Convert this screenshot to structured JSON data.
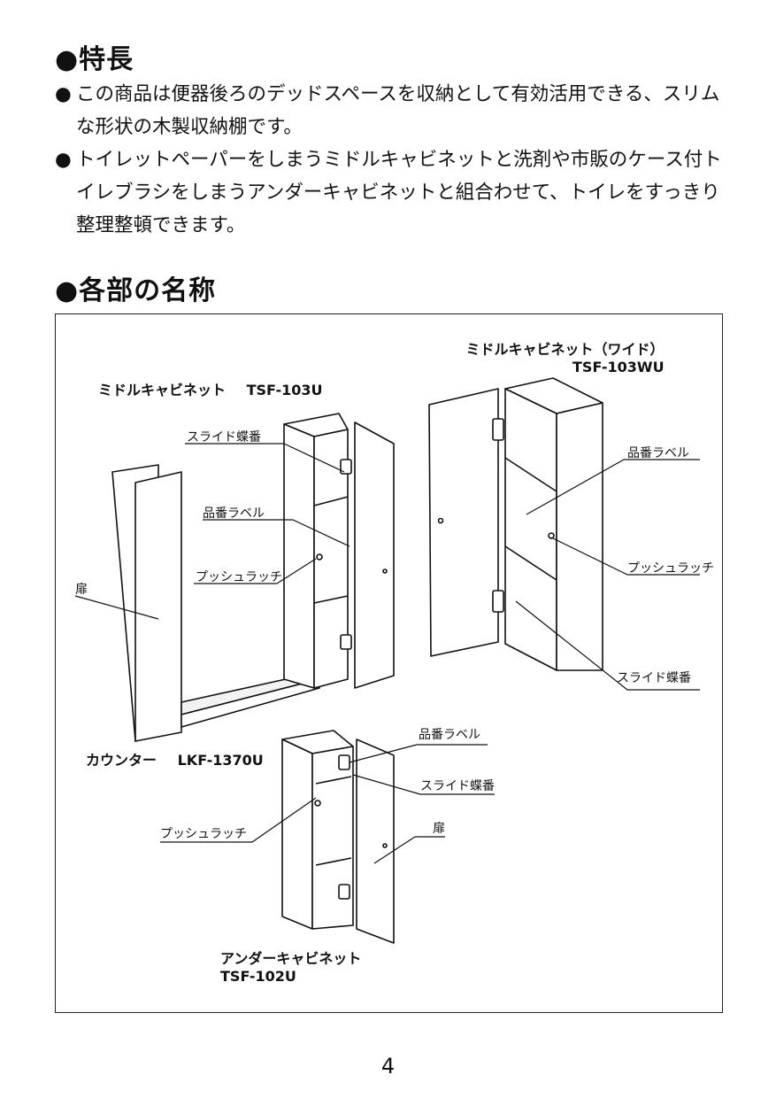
{
  "section_features": {
    "title": "●特長",
    "bullet_symbol": "●",
    "bullets": [
      "この商品は便器後ろのデッドスペースを収納として有効活用できる、スリムな形状の木製収納棚です。",
      "トイレットペーパーをしまうミドルキャビネットと洗剤や市販のケース付トイレブラシをしまうアンダーキャビネットと組合わせて、トイレをすっきり整理整頓できます。"
    ]
  },
  "section_parts": {
    "title": "●各部の名称"
  },
  "figure": {
    "middle_cabinet": {
      "name": "ミドルキャビネット",
      "model": "TSF-103U"
    },
    "middle_cabinet_wide": {
      "name": "ミドルキャビネット（ワイド）",
      "model": "TSF-103WU"
    },
    "counter": {
      "name": "カウンター",
      "model": "LKF-1370U"
    },
    "under_cabinet": {
      "name": "アンダーキャビネット",
      "model": "TSF-102U"
    },
    "labels": {
      "slide_hinge": "スライド蝶番",
      "product_label": "品番ラベル",
      "push_latch": "プッシュラッチ",
      "door": "扉"
    }
  },
  "page_number": "4"
}
